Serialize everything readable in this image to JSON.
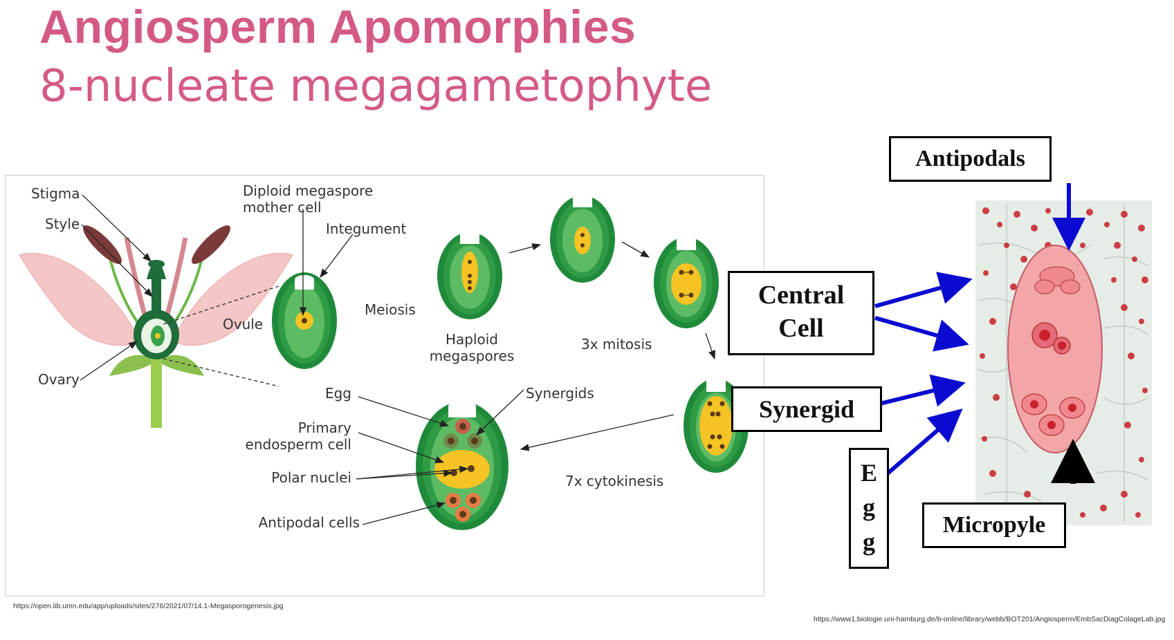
{
  "title": "Angiosperm Apomorphies",
  "subtitle": "8-nucleate megagametophyte",
  "left_figure": {
    "labels": {
      "stigma": "Stigma",
      "style": "Style",
      "ovary": "Ovary",
      "ovule": "Ovule",
      "diploid_line1": "Diploid megaspore",
      "diploid_line2": "mother cell",
      "integument": "Integument",
      "meiosis": "Meiosis",
      "haploid_line1": "Haploid",
      "haploid_line2": "megaspores",
      "mitosis": "3x mitosis",
      "cytokinesis": "7x cytokinesis",
      "egg": "Egg",
      "synergids": "Synergids",
      "primary_line1": "Primary",
      "primary_line2": "endosperm cell",
      "polar_nuclei": "Polar nuclei",
      "antipodal_cells": "Antipodal cells"
    },
    "credit": "https://open.lib.umn.edu/app/uploads/sites/276/2021/07/14.1-Megasporogenesis.jpg"
  },
  "right_figure": {
    "labels": {
      "antipodals": "Antipodals",
      "central_line1": "Central",
      "central_line2": "Cell",
      "synergid": "Synergid",
      "egg_letters": [
        "E",
        "g",
        "g"
      ],
      "micropyle": "Micropyle"
    },
    "credit": "https://www1.biologie.uni-hamburg.de/b-online/library/webb/BOT201/Angiosperm/EmbSacDiagColageLab.jpg"
  },
  "colors": {
    "title": "#d45a86",
    "dark_green": "#1f8a3a",
    "mid_green": "#3aa14c",
    "light_green": "#5dbb63",
    "yellow": "#f5c424",
    "petal_pink": "#f4c6c6",
    "arrow_blue": "#0a0ad0"
  }
}
